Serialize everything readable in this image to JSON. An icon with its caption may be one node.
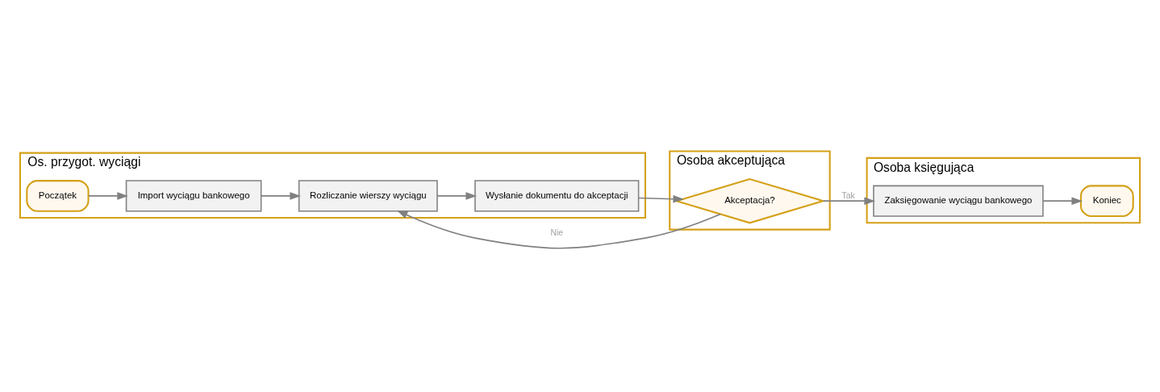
{
  "diagram": {
    "nodes": [
      {
        "text": [
          "Os. przygot. wyciągi"
        ]
      },
      {
        "text": [
          "Początek"
        ],
        "in": 0
      },
      {
        "text": [
          "Import wyciągu bankowego"
        ],
        "in": 0
      },
      {
        "text": [
          "Rozliczanie wierszy wyciągu"
        ],
        "in": 0
      },
      {
        "text": [
          "Wysłanie dokumentu do akceptacji"
        ],
        "in": 0
      },
      {
        "text": [
          "Osoba akceptująca"
        ]
      },
      {
        "text": [
          "Akceptacja?"
        ],
        "in": 5
      },
      {
        "text": [
          "Osoba księgująca"
        ]
      },
      {
        "text": [
          "Zaksięgowanie wyciągu bankowego"
        ],
        "in": 7
      },
      {
        "text": [
          "Koniec"
        ],
        "in": 7
      }
    ],
    "edges": [
      {
        "from": 1,
        "to": 2,
        "arrow": "to"
      },
      {
        "from": 2,
        "to": 3,
        "arrow": "to"
      },
      {
        "from": 3,
        "to": 4,
        "arrow": "to"
      },
      {
        "from": 4,
        "to": 6,
        "arrow": "to"
      },
      {
        "from": 6,
        "to": 3,
        "arrow": "to",
        "label": "Nie"
      },
      {
        "from": 6,
        "to": 8,
        "arrow": "to",
        "label": "Tak"
      },
      {
        "from": 8,
        "to": 9,
        "arrow": "to"
      }
    ]
  }
}
